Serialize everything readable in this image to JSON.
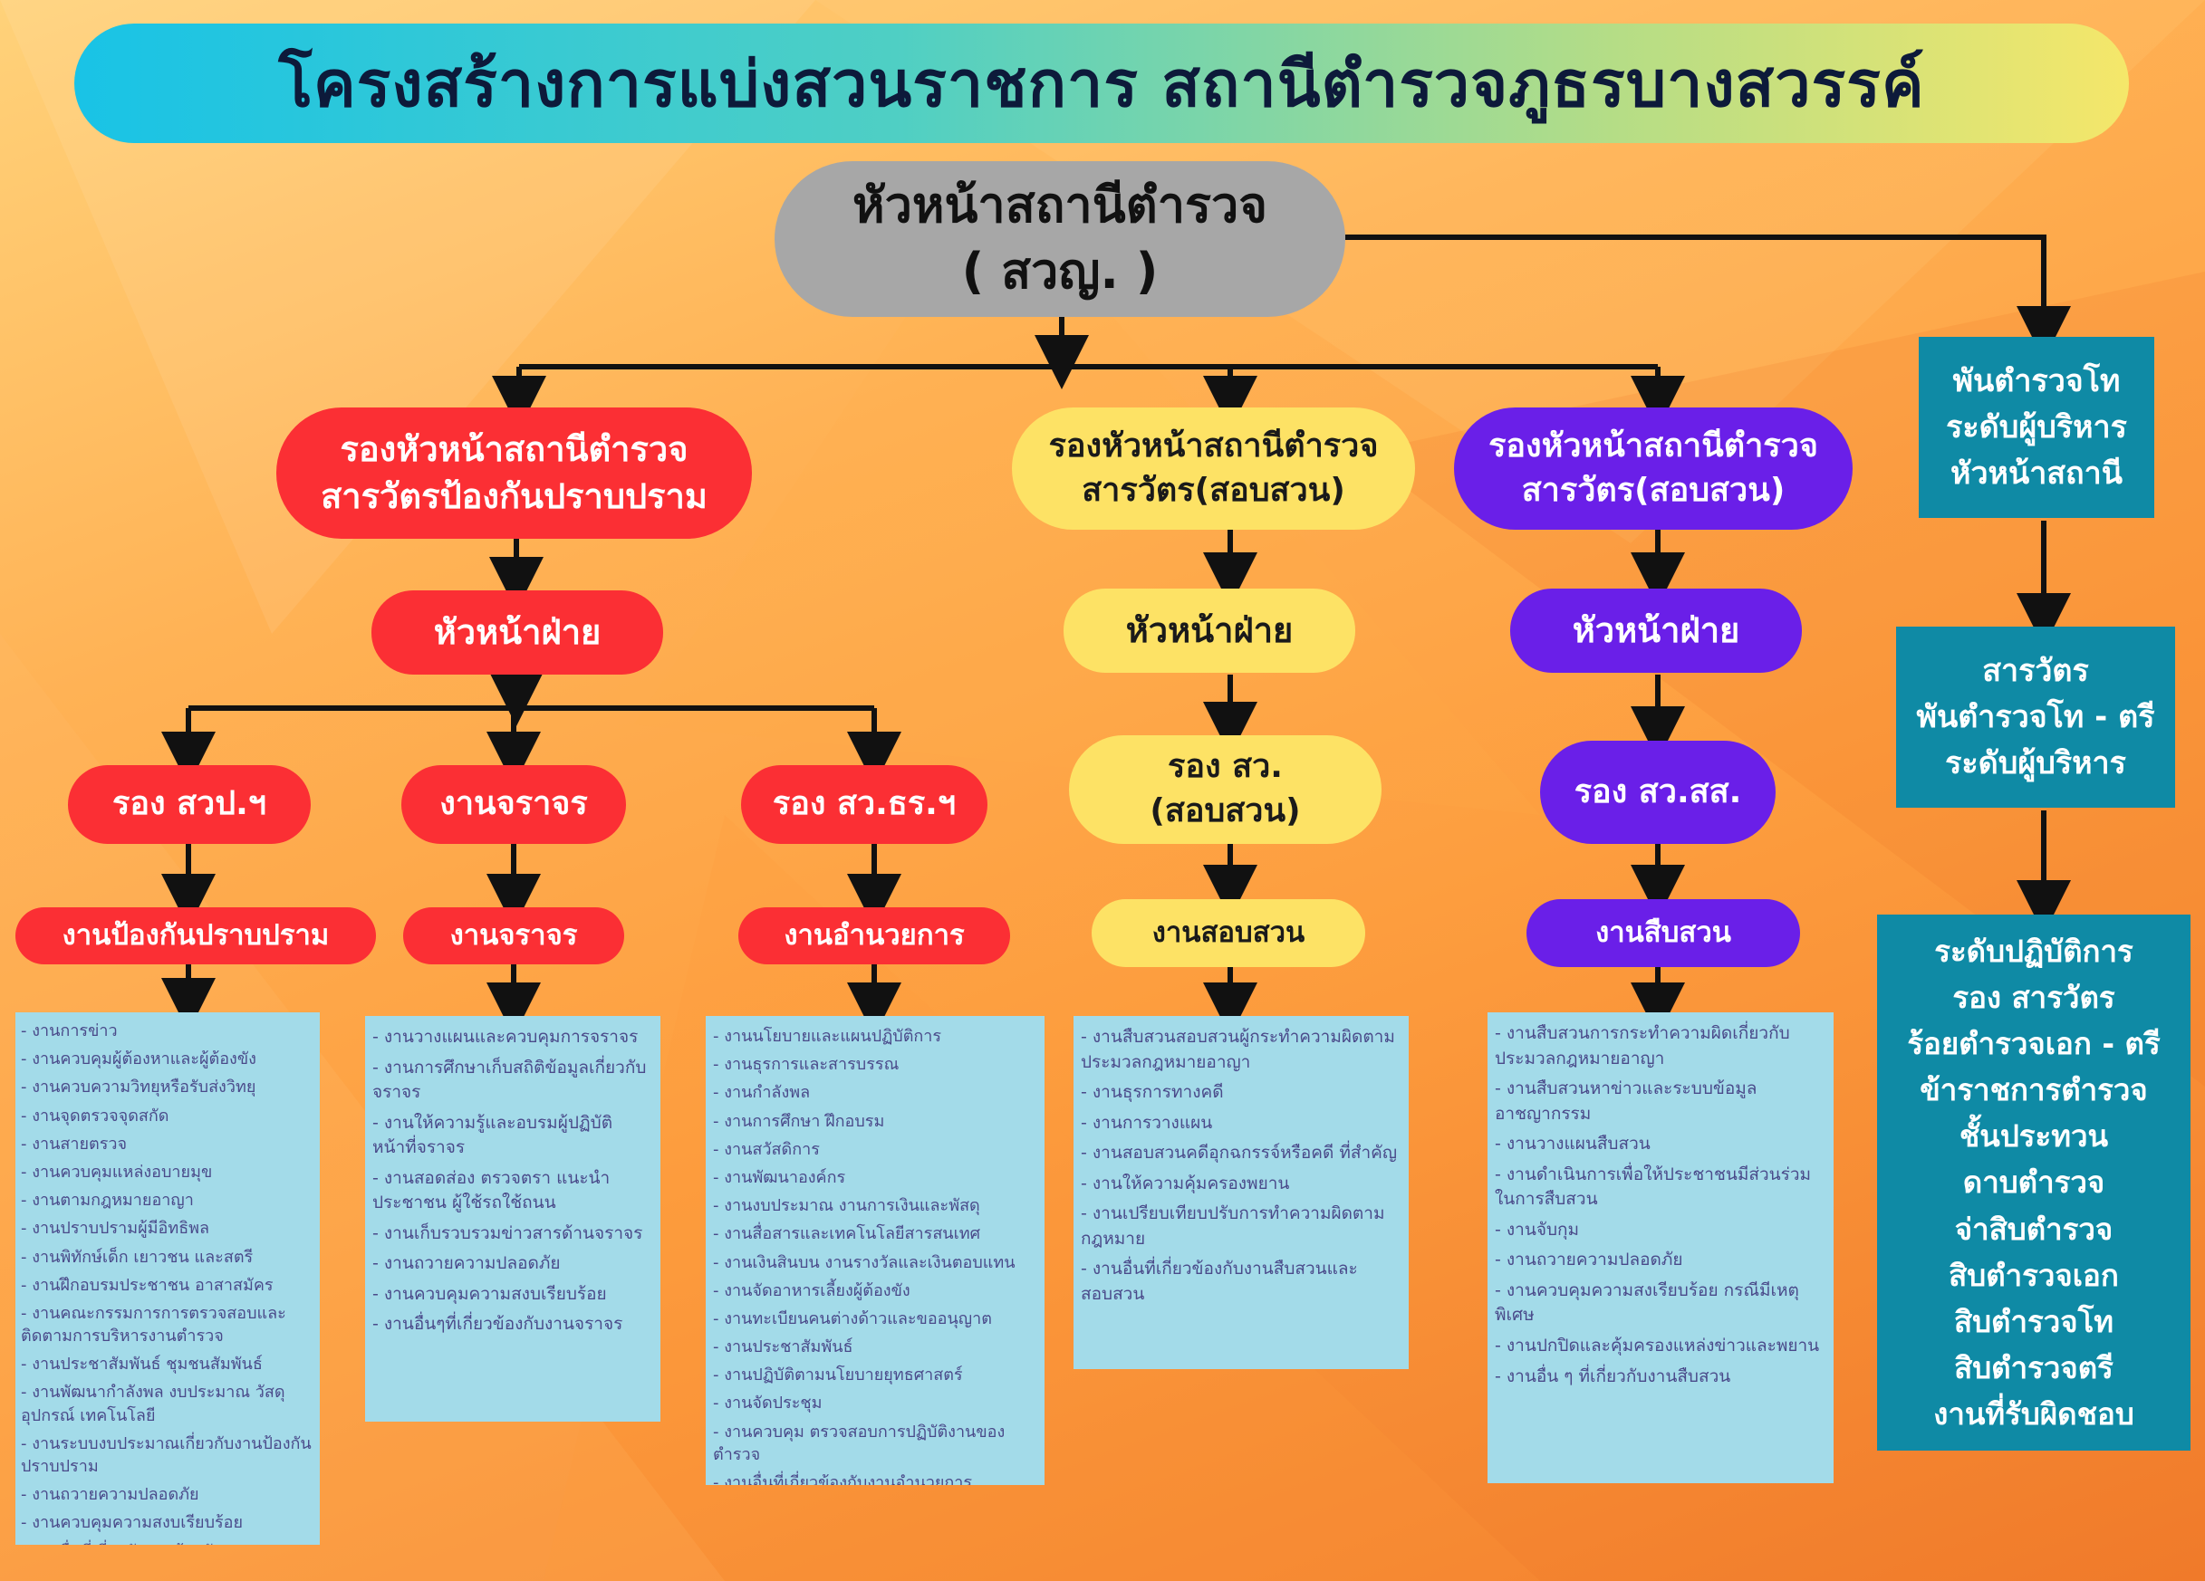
{
  "title": "โครงสร้างการแบ่งสวนราชการ สถานีตำรวจภูธรบางสวรรค์",
  "head": {
    "line1": "หัวหน้าสถานีตำรวจ",
    "line2": "( สวญ. )"
  },
  "branches": {
    "prevention": {
      "deputy": [
        "รองหัวหน้าสถานีตำรวจ",
        "สารวัตรป้องกันปราบปราม"
      ],
      "section_head": "หัวหน้าฝ่าย",
      "units": [
        {
          "label": "รอง สวป.ฯ",
          "work": "งานป้องกันปราบปราม",
          "tasks": [
            "- งานการข่าว",
            "- งานควบคุมผู้ต้องหาและผู้ต้องขัง",
            "- งานควบความวิทยุหรือรับส่งวิทยุ",
            "- งานจุดตรวจจุดสกัด",
            "- งานสายตรวจ",
            "- งานควบคุมแหล่งอบายมุข",
            "- งานตามกฎหมายอาญา",
            "- งานปราบปรามผู้มีอิทธิพล",
            "- งานพิทักษ์เด็ก เยาวชน และสตรี",
            "- งานฝึกอบรมประชาชน อาสาสมัคร",
            "- งานคณะกรรมการการตรวจสอบและติดตามการบริหารงานตำรวจ",
            "- งานประชาสัมพันธ์ ชุมชนสัมพันธ์",
            "- งานพัฒนากำลังพล งบประมาณ วัสดุ อุปกรณ์ เทคโนโลยี",
            "- งานระบบงบประมาณเกี่ยวกับงานป้องกันปราบปราม",
            "- งานถวายความปลอดภัย",
            "- งานควบคุมความสงบเรียบร้อย",
            "- งานอื่นที่เกี่ยวกับงานป้องกันปราบปราม"
          ]
        },
        {
          "label": "งานจราจร",
          "work": "งานจราจร",
          "tasks": [
            "- งานวางแผนและควบคุมการจราจร",
            "- งานการศึกษาเก็บสถิติข้อมูลเกี่ยวกับจราจร",
            "- งานให้ความรู้และอบรมผู้ปฏิบัติหน้าที่จราจร",
            "- งานสอดส่อง ตรวจตรา แนะนำประชาชน ผู้ใช้รถใช้ถนน",
            "- งานเก็บรวบรวมข่าวสารด้านจราจร",
            "- งานถวายความปลอดภัย",
            "- งานควบคุมความสงบเรียบร้อย",
            "- งานอื่นๆที่เกี่ยวข้องกับงานจราจร"
          ]
        },
        {
          "label": "รอง สว.ธร.ฯ",
          "work": "งานอำนวยการ",
          "tasks": [
            "- งานนโยบายและแผนปฏิบัติการ",
            "- งานธุรการและสารบรรณ",
            "- งานกำลังพล",
            "- งานการศึกษา ฝึกอบรม",
            "- งานสวัสดิการ",
            "- งานพัฒนาองค์กร",
            "- งานงบประมาณ งานการเงินและพัสดุ",
            "- งานสื่อสารและเทคโนโลยีสารสนเทศ",
            "- งานเงินสินบน งานรางวัลและเงินตอบแทน",
            "- งานจัดอาหารเลี้ยงผู้ต้องขัง",
            "- งานทะเบียนคนต่างด้าวและขออนุญาต",
            "- งานประชาสัมพันธ์",
            "- งานปฏิบัติตามนโยบายยุทธศาสตร์",
            "- งานจัดประชุม",
            "- งานควบคุม ตรวจสอบการปฏิบัติงานของตำรวจ",
            "- งานอื่นที่เกี่ยวข้องกับงานอำนวยการ"
          ]
        }
      ]
    },
    "investigation": {
      "deputy": [
        "รองหัวหน้าสถานีตำรวจ",
        "สารวัตร(สอบสวน)"
      ],
      "section_head": "หัวหน้าฝ่าย",
      "unit": [
        "รอง สว.",
        "(สอบสวน)"
      ],
      "work": "งานสอบสวน",
      "tasks": [
        "- งานสืบสวนสอบสวนผู้กระทำความผิดตามประมวลกฎหมายอาญา",
        "- งานธุรการทางคดี",
        "- งานการวางแผน",
        "- งานสอบสวนคดีอุกฉกรรจ์หรือคดี ที่สำคัญ",
        "- งานให้ความคุ้มครองพยาน",
        "- งานเปรียบเทียบปรับการทำความผิดตามกฎหมาย",
        "- งานอื่นที่เกี่ยวข้องกับงานสืบสวนและสอบสวน"
      ]
    },
    "detective": {
      "deputy": [
        "รองหัวหน้าสถานีตำรวจ",
        "สารวัตร(สอบสวน)"
      ],
      "section_head": "หัวหน้าฝ่าย",
      "unit": "รอง สว.สส.",
      "work": "งานสืบสวน",
      "tasks": [
        "- งานสืบสวนการกระทำความผิดเกี่ยวกับประมวลกฎหมายอาญา",
        "- งานสืบสวนหาข่าวและระบบข้อมูลอาชญากรรม",
        "- งานวางแผนสืบสวน",
        "- งานดำเนินการเพื่อให้ประชาชนมีส่วนร่วมในการสืบสวน",
        "- งานจับกุม",
        "- งานถวายความปลอดภัย",
        "- งานควบคุมความสงเรียบร้อย กรณีมีเหตุพิเศษ",
        "- งานปกปิดและคุ้มครองแหล่งข่าวและพยาน",
        "- งานอื่น ๆ ที่เกี่ยวกับงานสืบสวน"
      ]
    }
  },
  "executive": {
    "box1": [
      "พันตำรวจโท",
      "ระดับผู้บริหาร",
      "หัวหน้าสถานี"
    ],
    "box2": [
      "สารวัตร",
      "พันตำรวจโท - ตรี",
      "ระดับผู้บริหาร"
    ],
    "box3": [
      "ระดับปฏิบัติการ",
      "รอง สารวัตร",
      "ร้อยตำรวจเอก - ตรี",
      "ข้าราชการตำรวจ",
      "ชั้นประทวน",
      "ดาบตำรวจ",
      "จ่าสิบตำรวจ",
      "สิบตำรวจเอก",
      "สิบตำรวจโท",
      "สิบตำรวจตรี",
      "งานที่รับผิดชอบ"
    ]
  }
}
